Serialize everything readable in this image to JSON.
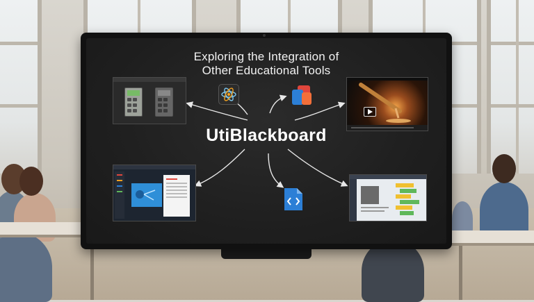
{
  "slide": {
    "title_line1": "Exploring the Integration of",
    "title_line2": "Other Educational Tools",
    "hub_label": "UtiBlackboard"
  },
  "icons": {
    "top_left": "calculator-window-icon",
    "top_center_left": "atom-science-app-icon",
    "top_center_right": "document-apps-icon",
    "top_right": "video-player-icon",
    "bottom_left": "learning-platform-window-icon",
    "bottom_center": "code-editor-file-icon",
    "bottom_right": "coding-blocks-window-icon"
  },
  "colors": {
    "screen_bg": "#1f1f1f",
    "text": "#f2f2f2",
    "accent_blue": "#2c7fd6",
    "accent_red": "#e0463c",
    "accent_orange": "#f0a020"
  }
}
